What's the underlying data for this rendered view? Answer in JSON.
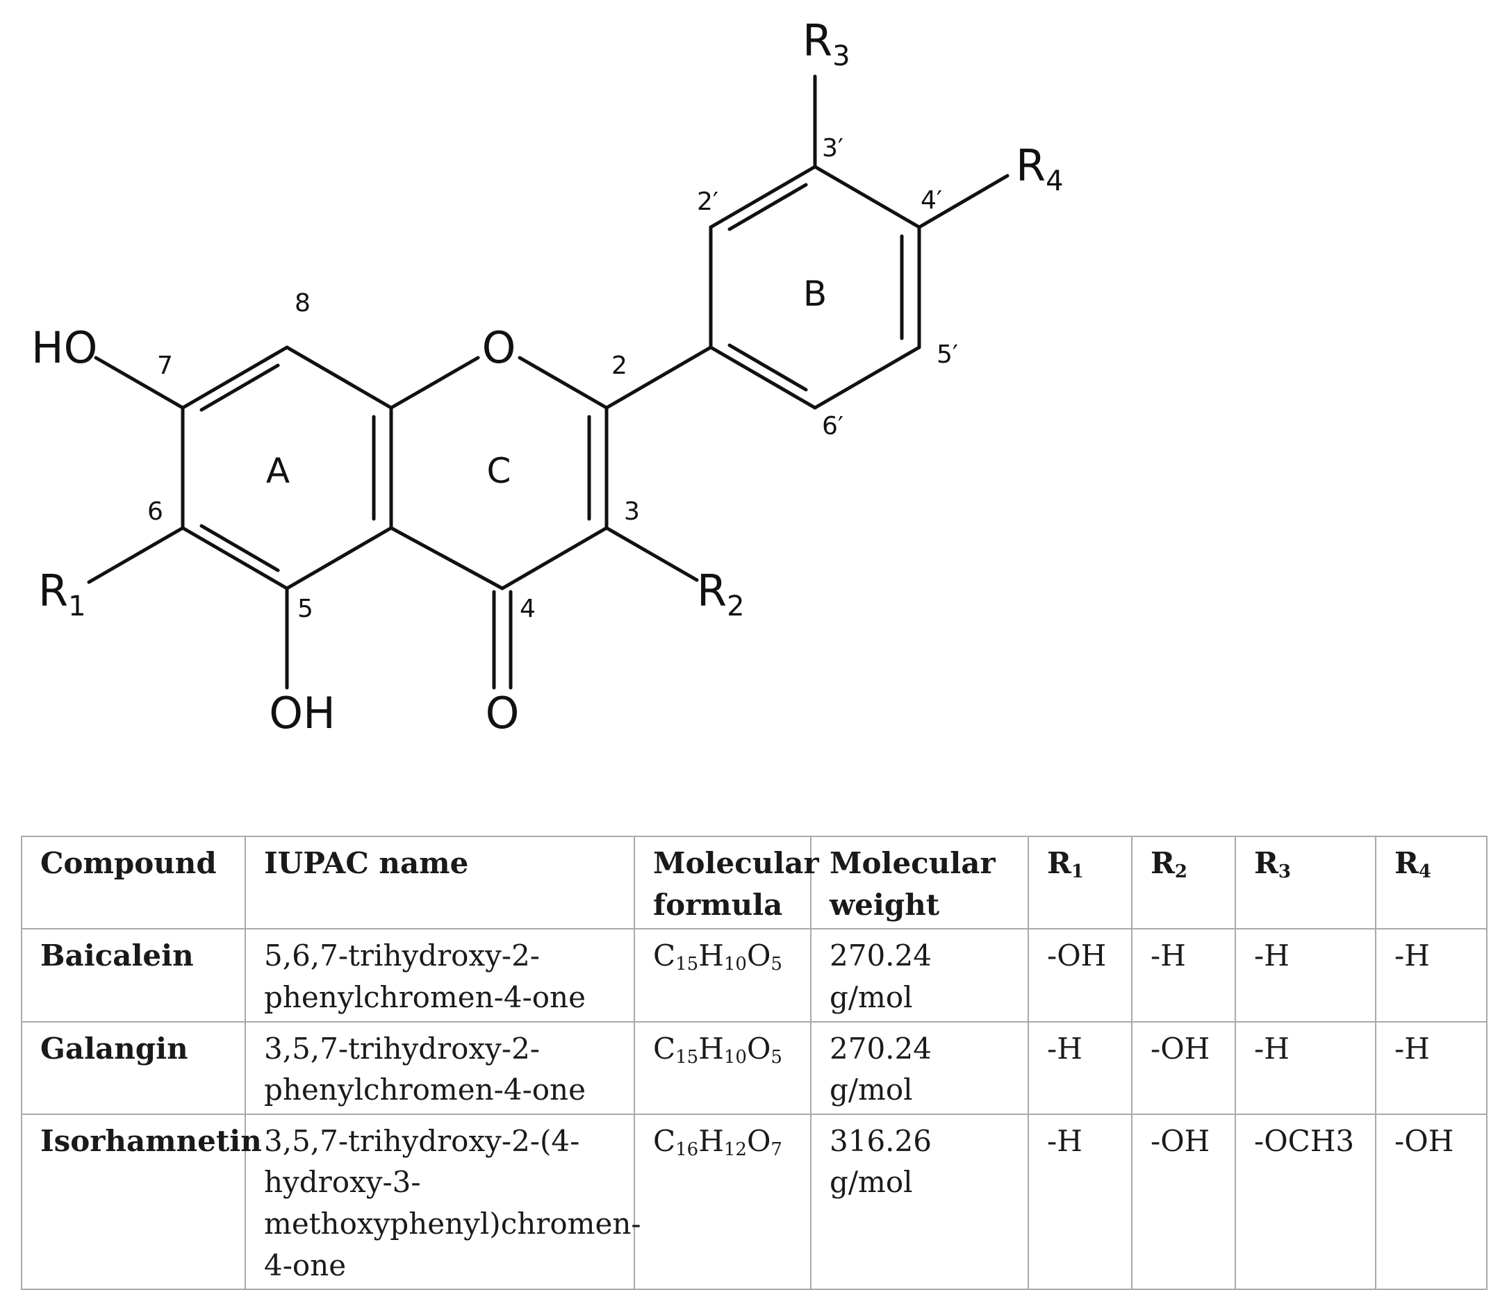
{
  "structure": {
    "ring_labels": {
      "A": "A",
      "B": "B",
      "C": "C"
    },
    "atoms": {
      "ho": "HO",
      "oh": "OH",
      "o_ring": "O",
      "o_carbonyl": "O"
    },
    "substituents": [
      {
        "base": "R",
        "sub": "1"
      },
      {
        "base": "R",
        "sub": "2"
      },
      {
        "base": "R",
        "sub": "3"
      },
      {
        "base": "R",
        "sub": "4"
      }
    ],
    "positions": {
      "p2": "2",
      "p3": "3",
      "p4": "4",
      "p5": "5",
      "p6": "6",
      "p7": "7",
      "p8": "8",
      "p2p": "2′",
      "p3p": "3′",
      "p4p": "4′",
      "p5p": "5′",
      "p6p": "6′"
    }
  },
  "table": {
    "headers": [
      {
        "main": "Compound",
        "sub": ""
      },
      {
        "main": "IUPAC name",
        "sub": ""
      },
      {
        "main": "Molecular formula",
        "sub": ""
      },
      {
        "main": "Molecular weight",
        "sub": ""
      },
      {
        "main": "R",
        "sub": "1"
      },
      {
        "main": "R",
        "sub": "2"
      },
      {
        "main": "R",
        "sub": "3"
      },
      {
        "main": "R",
        "sub": "4"
      }
    ],
    "rows": [
      {
        "compound": "Baicalein",
        "iupac": "5,6,7-trihydroxy-2-phenylchromen-4-one",
        "formula": [
          {
            "el": "C",
            "n": "15"
          },
          {
            "el": "H",
            "n": "10"
          },
          {
            "el": "O",
            "n": "5"
          }
        ],
        "weight": "270.24 g/mol",
        "r1": "-OH",
        "r2": "-H",
        "r3": "-H",
        "r4": "-H"
      },
      {
        "compound": "Galangin",
        "iupac": "3,5,7-trihydroxy-2-phenylchromen-4-one",
        "formula": [
          {
            "el": "C",
            "n": "15"
          },
          {
            "el": "H",
            "n": "10"
          },
          {
            "el": "O",
            "n": "5"
          }
        ],
        "weight": "270.24 g/mol",
        "r1": "-H",
        "r2": "-OH",
        "r3": "-H",
        "r4": "-H"
      },
      {
        "compound": "Isorhamnetin",
        "iupac": "3,5,7-trihydroxy-2-(4-hydroxy-3-methoxyphenyl)chromen-4-one",
        "formula": [
          {
            "el": "C",
            "n": "16"
          },
          {
            "el": "H",
            "n": "12"
          },
          {
            "el": "O",
            "n": "7"
          }
        ],
        "weight": "316.26 g/mol",
        "r1": "-H",
        "r2": "-OH",
        "r3": "-OCH3",
        "r4": "-OH"
      }
    ]
  }
}
